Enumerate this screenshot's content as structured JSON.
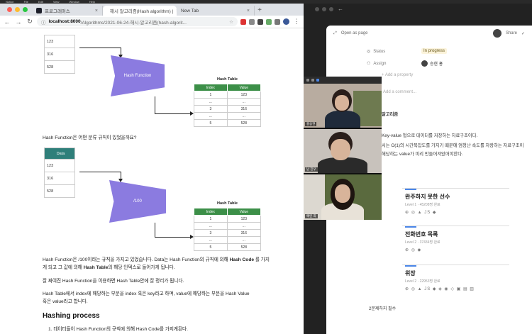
{
  "menubar": {
    "items": [
      "Notion",
      "File",
      "Edit",
      "View",
      "Window",
      "Help"
    ]
  },
  "browser": {
    "tabs": [
      {
        "label": "프로그래머스",
        "color": "#1d1f2a"
      },
      {
        "label": "해시 알고리즘(Hash algorithm) |",
        "color": "#555555"
      },
      {
        "label": "New Tab",
        "color": "#bbbbbb"
      }
    ],
    "url_host": "localhost:8000",
    "url_path": "/Algorithms/2021-06-24-해시-알고리즘(hash-algorit...",
    "colors": {
      "red": "#ff5f57",
      "yellow": "#febc2e",
      "green": "#28c840"
    }
  },
  "article": {
    "fig1": {
      "data_rows": [
        "123",
        "316",
        "528"
      ],
      "function_label": "Hash Function",
      "table_title": "Hash Table",
      "col_index": "Index",
      "col_value": "Value",
      "rows": [
        [
          "1",
          "123"
        ],
        [
          "...",
          "..."
        ],
        [
          "3",
          "316"
        ],
        [
          "...",
          "..."
        ],
        [
          "5",
          "528"
        ]
      ]
    },
    "question": "Hash Function은 어떤 분류 규칙이 있었을까요?",
    "fig2": {
      "data_header": "Data",
      "data_rows": [
        "123",
        "316",
        "528"
      ],
      "function_label": "/100",
      "table_title": "Hash Table",
      "col_index": "Index",
      "col_value": "Value",
      "rows": [
        [
          "1",
          "123"
        ],
        [
          "...",
          "..."
        ],
        [
          "3",
          "316"
        ],
        [
          "...",
          "..."
        ],
        [
          "5",
          "528"
        ]
      ]
    },
    "para1_a": "Hash Function은 /100이라는 규칙을 가지고 있었습니다. Data는 Hash Function의 규칙에 의해 ",
    "para1_b": "Hash Code",
    "para1_c": " 를 가지게 되고 그 값에 의해 ",
    "para1_d": "Hash Table",
    "para1_e": "의 해당 인덱스로 들어가게 됩니다.",
    "para2": "잘 짜여진 Hash Function을 이용하면 Hash Table안에 잘 정리가 됩니다.",
    "para3_a": "Hash Table에서 index에 해당하는 부분을 index 혹은 key라고 하며, value에 해당하는 부분을 Hash Value",
    "para3_b": "혹은 value라고 합니다.",
    "heading": "Hashing process",
    "list1": "1. 데이터들이 Hash Function의 규칙에 의해 Hash Code를 가지게된다."
  },
  "notion": {
    "open_as_page": "Open as page",
    "share": "Share",
    "status_label": "Status",
    "status_value": "In progress",
    "assign_label": "Assign",
    "assign_value": "승현 홍",
    "add_property": "+ Add a property",
    "add_comment": "Add a comment...",
    "note_title": "알고리즘",
    "note1": "Key-value 형으로 데이터를 저장하는 자료구조이다.",
    "note2": "서는 O(1)의 시간복잡도를 가지기 때문에 엄청난 속도를 자랑하는 자료구조이",
    "note3": "해당하는 value가 미리 만들어져있어야한다.",
    "cards": [
      {
        "title": "완주하지 못한 선수",
        "meta": "Level 1 · 45208명 완료",
        "icons": "⊕ ◎ ▲ JS ◆"
      },
      {
        "title": "전화번호 목록",
        "meta": "Level 2 · 37434명 완료",
        "icons": "⊕ ◎ ◆"
      },
      {
        "title": "위장",
        "meta": "Level 2 · 22953명 완료",
        "icons": "⊕ ◎ ▲ JS ◆ ◈ ◉ ◇ ▣ ▤ ▥"
      }
    ],
    "footer": "2문제하지 필수"
  },
  "call": {
    "participants": [
      {
        "name": "홍승현",
        "bg": "#b8aca0",
        "shirt": "#1f2a3a"
      },
      {
        "name": "남 진우",
        "bg": "#c8c2bc",
        "shirt": "#2a2a2a"
      },
      {
        "name": "예린 최",
        "bg": "#5a6a3e",
        "shirt": "#e8e2d8"
      }
    ]
  }
}
